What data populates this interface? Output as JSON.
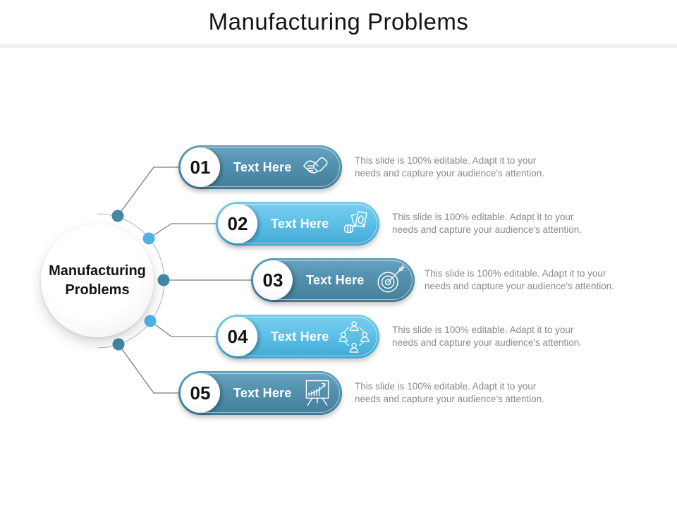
{
  "title": "Manufacturing Problems",
  "center_circle": {
    "line1": "Manufacturing",
    "line2": "Problems"
  },
  "colors": {
    "dark_pill": "#5392b0",
    "light_pill": "#5fc1e8",
    "dot_dark": "#4286a8",
    "dot_light": "#4db3e2",
    "connector_line": "#7d7d7d",
    "arc": "#b3b3b3",
    "description_text": "#8a8a8a",
    "pill_text": "#ffffff",
    "number_text": "#141414",
    "title_text": "#141414"
  },
  "rows": [
    {
      "number": "01",
      "label": "Text Here",
      "variant": "dark",
      "icon": "handshake-icon",
      "desc_line1": "This slide is 100% editable. Adapt it to your",
      "desc_line2": "needs and capture your audience's attention."
    },
    {
      "number": "02",
      "label": "Text Here",
      "variant": "light",
      "icon": "money-in-hand-icon",
      "desc_line1": "This slide is 100% editable. Adapt it to your",
      "desc_line2": "needs and capture your audience's attention."
    },
    {
      "number": "03",
      "label": "Text Here",
      "variant": "dark",
      "icon": "target-icon",
      "desc_line1": "This slide is 100% editable. Adapt it to your",
      "desc_line2": "needs and capture your audience's attention."
    },
    {
      "number": "04",
      "label": "Text Here",
      "variant": "light",
      "icon": "team-network-icon",
      "desc_line1": "This slide is 100% editable. Adapt it to your",
      "desc_line2": "needs and capture your audience's attention."
    },
    {
      "number": "05",
      "label": "Text Here",
      "variant": "dark",
      "icon": "growth-chart-icon",
      "desc_line1": "This slide is 100% editable. Adapt it to your",
      "desc_line2": "needs and capture your audience's attention."
    }
  ]
}
